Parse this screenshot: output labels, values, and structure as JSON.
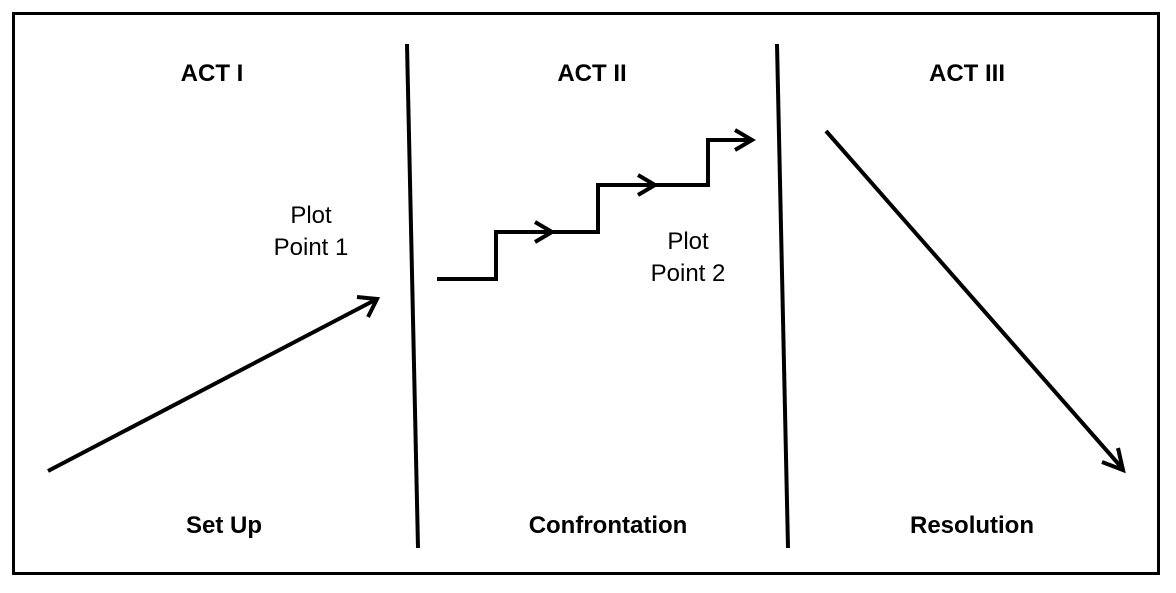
{
  "acts": [
    {
      "title": "ACT I",
      "phase": "Set Up"
    },
    {
      "title": "ACT II",
      "phase": "Confrontation"
    },
    {
      "title": "ACT III",
      "phase": "Resolution"
    }
  ],
  "plot_points": [
    {
      "line1": "Plot",
      "line2": "Point 1"
    },
    {
      "line1": "Plot",
      "line2": "Point 2"
    }
  ],
  "colors": {
    "stroke": "#000000",
    "background": "#ffffff"
  }
}
